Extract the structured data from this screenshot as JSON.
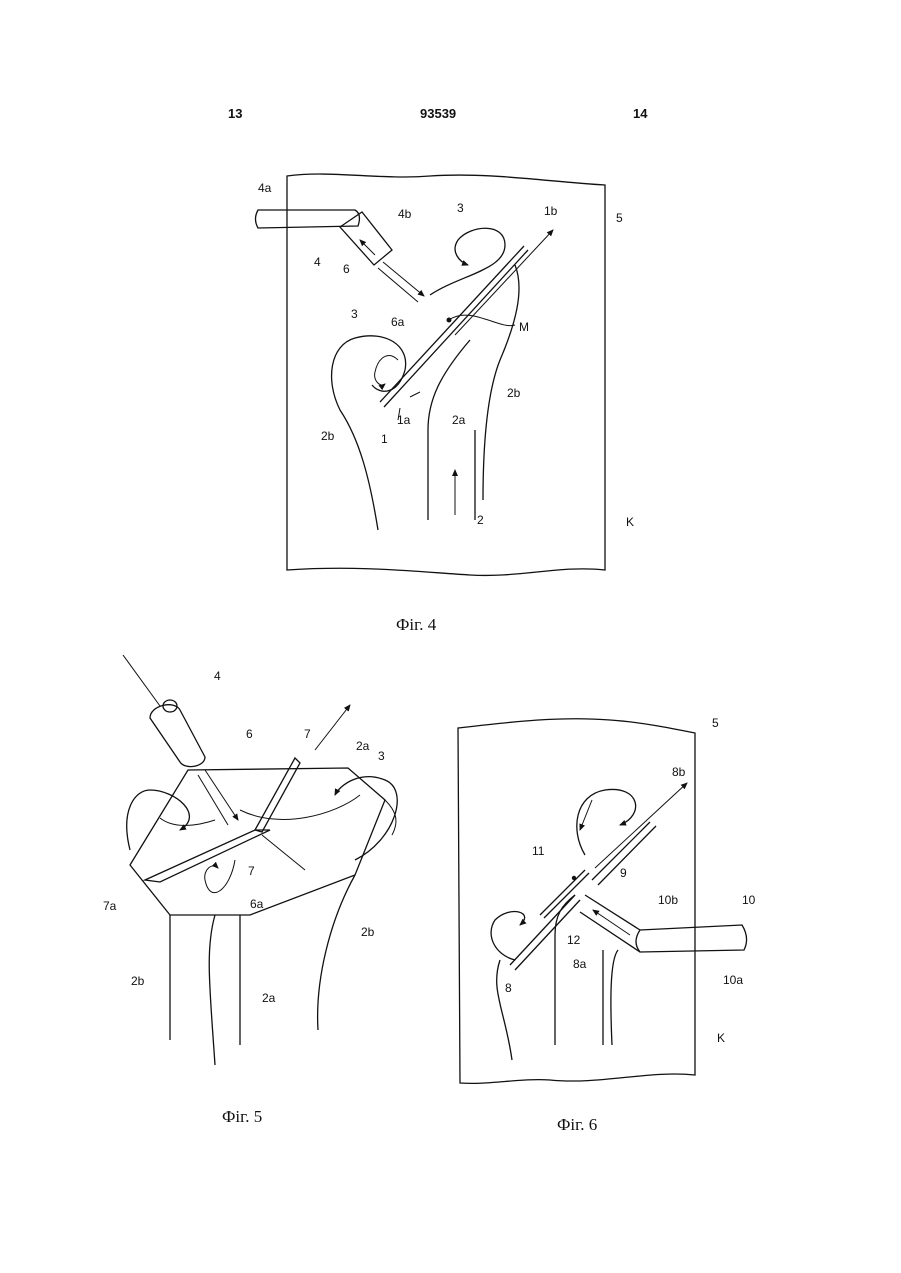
{
  "header": {
    "left": "13",
    "center": "93539",
    "right": "14"
  },
  "fig4": {
    "caption": "Фіг. 4",
    "labels": {
      "l4a": "4a",
      "l4b": "4b",
      "l4": "4",
      "l6": "6",
      "l3a": "3",
      "l3b": "3",
      "l1b": "1b",
      "l5": "5",
      "l6a": "6a",
      "lM": "M",
      "l2b_right": "2b",
      "l1a": "1a",
      "l2a": "2a",
      "l2b_left": "2b",
      "l1": "1",
      "l2": "2",
      "lK": "K"
    }
  },
  "fig5": {
    "caption": "Фіг. 5",
    "labels": {
      "l4": "4",
      "l6": "6",
      "l7_top": "7",
      "l2a_top": "2a",
      "l3": "3",
      "l7_mid": "7",
      "l6a": "6a",
      "l7a": "7a",
      "l2b_right": "2b",
      "l2b_left": "2b",
      "l2a_bottom": "2a"
    }
  },
  "fig6": {
    "caption": "Фіг. 6",
    "labels": {
      "l5": "5",
      "l8b": "8b",
      "l11": "11",
      "l9": "9",
      "l10b": "10b",
      "l10": "10",
      "l12": "12",
      "l8a": "8a",
      "l8": "8",
      "l10a": "10a",
      "lK": "K"
    }
  }
}
